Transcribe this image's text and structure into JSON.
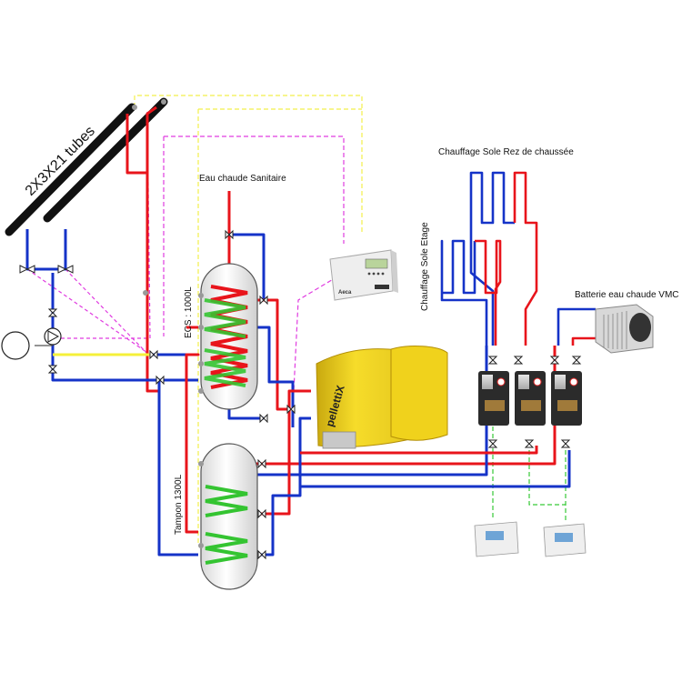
{
  "labels": {
    "collectors": "2X3X21 tubes",
    "dhw_outlet": "Eau chaude Sanitaire",
    "dhw_tank": "ECS : 1000L",
    "buffer_tank": "Tampon 1300L",
    "floor_ground": "Chauffage Sole Rez de chaussée",
    "floor_upstairs": "Chauffage Sole Etage",
    "vmc_coil": "Batterie eau chaude VMC",
    "boiler_brand": "pellettiX",
    "controller_brand": "Aeca"
  },
  "colors": {
    "hot_pipe": "#e8141b",
    "cold_pipe": "#1533c8",
    "coil": "#34c431",
    "solar_line": "#f5f03a",
    "signal_magenta": "#e03ce0",
    "signal_yellow": "#f2ef4a",
    "signal_green": "#36c936",
    "boiler_body": "#f2d21e"
  }
}
